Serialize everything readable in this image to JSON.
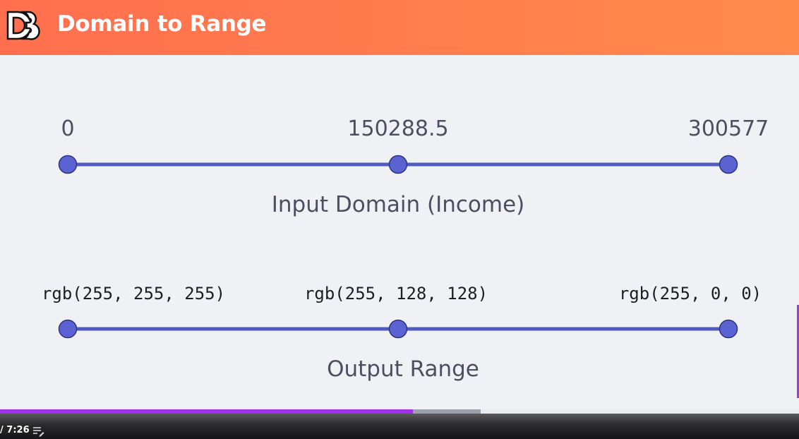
{
  "header": {
    "title": "Domain to Range",
    "logo_icon": "d3-logo",
    "background_colors": [
      "#ff6f4f",
      "#ff8a4c"
    ]
  },
  "slide": {
    "line_color": "#4f5bc0",
    "dot_color": "#5b62d1",
    "domain": {
      "caption": "Input Domain (Income)",
      "ticks": [
        {
          "label": "0",
          "value": 0
        },
        {
          "label": "150288.5",
          "value": 150288.5
        },
        {
          "label": "300577",
          "value": 300577
        }
      ]
    },
    "range": {
      "caption": "Output Range",
      "ticks": [
        {
          "label": "rgb(255, 255, 255)",
          "value": "rgb(255, 255, 255)"
        },
        {
          "label": "rgb(255, 128, 128)",
          "value": "rgb(255, 128, 128)"
        },
        {
          "label": "rgb(255, 0, 0)",
          "value": "rgb(255, 0, 0)"
        }
      ]
    }
  },
  "player": {
    "time_text": "/ 7:26",
    "progress": 0.517,
    "buffered": 0.602,
    "progress_color": "#a033ea",
    "notes_icon": "notes-edit-icon"
  }
}
